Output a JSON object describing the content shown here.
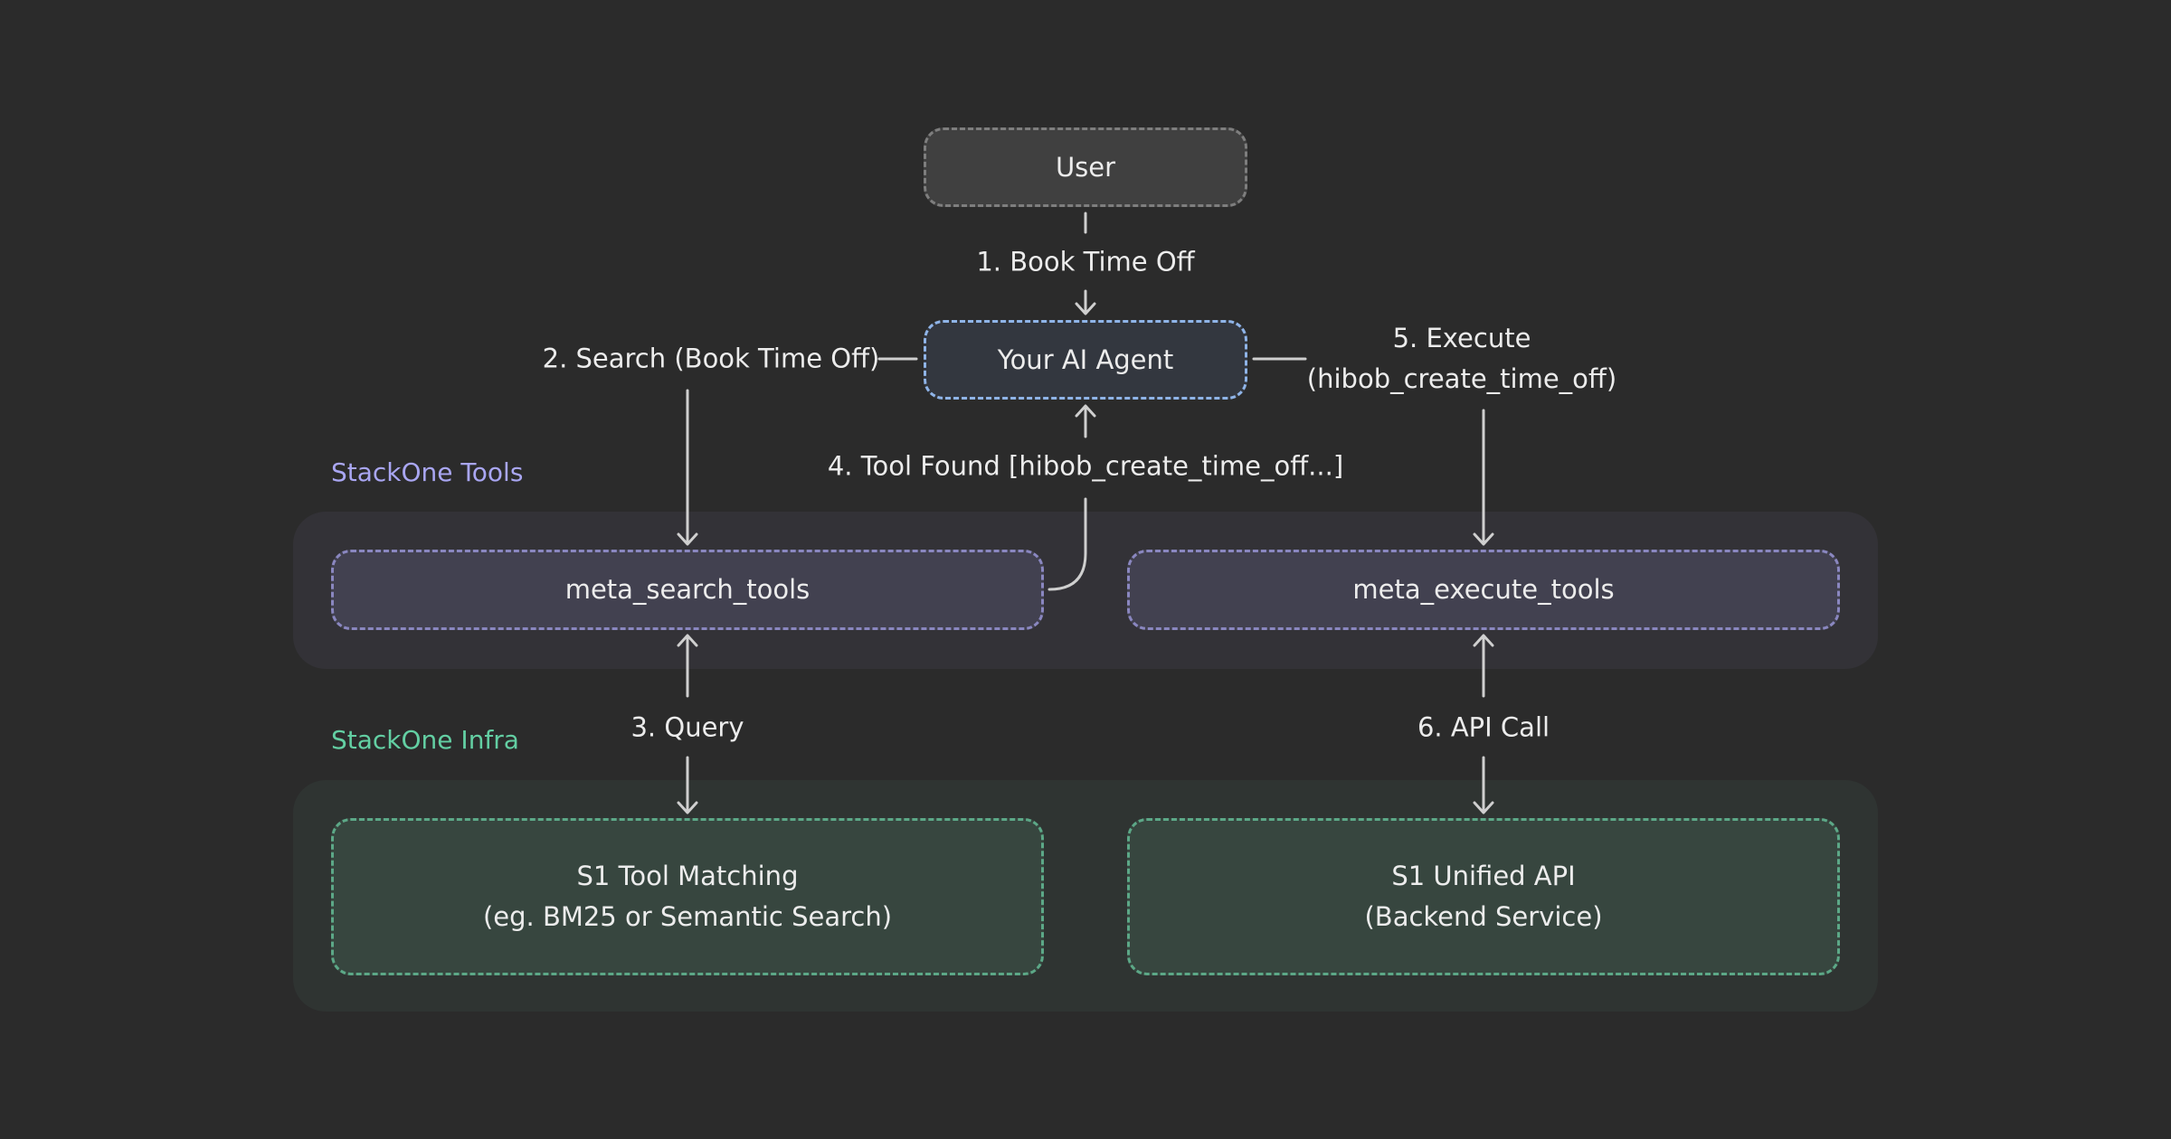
{
  "groups": {
    "tools": {
      "label": "StackOne Tools",
      "color": "#a9a6f2"
    },
    "infra": {
      "label": "StackOne Infra",
      "color": "#63cfa3"
    }
  },
  "nodes": {
    "user": {
      "label": "User"
    },
    "agent": {
      "label": "Your AI Agent"
    },
    "search": {
      "label": "meta_search_tools"
    },
    "execute": {
      "label": "meta_execute_tools"
    },
    "matching": {
      "line1": "S1 Tool Matching",
      "line2": "(eg. BM25 or Semantic Search)"
    },
    "unified": {
      "line1": "S1 Unified API",
      "line2": "(Backend Service)"
    }
  },
  "edges": {
    "book": "1. Book Time Off",
    "search": "2. Search (Book Time Off)",
    "query": "3. Query",
    "found": "4. Tool Found [hibob_create_time_off...]",
    "execute_line1": "5. Execute",
    "execute_line2": "(hibob_create_time_off)",
    "api_call": "6. API Call"
  },
  "colors": {
    "background": "#2b2b2b",
    "connector": "#cfcfcf",
    "agent_border": "#8fb4e8",
    "tools_border": "#8a87c0",
    "infra_border": "#5ca887"
  }
}
